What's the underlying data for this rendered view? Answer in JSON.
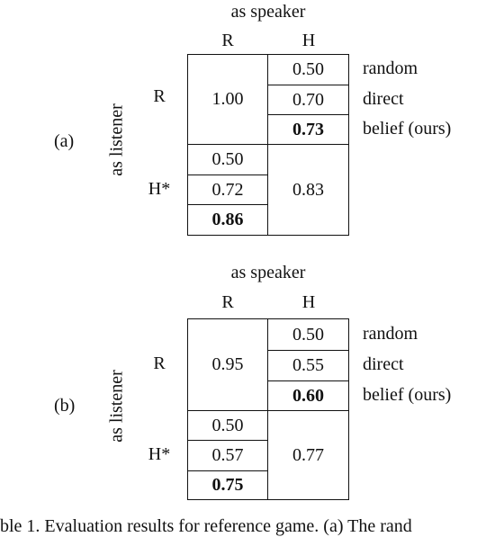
{
  "panels": [
    {
      "label": "(a)",
      "speaker_label": "as speaker",
      "listener_label": "as listener",
      "col_headers": [
        "R",
        "H"
      ],
      "row_headers": [
        "R",
        "H*"
      ],
      "rr": "1.00",
      "rh": [
        "0.50",
        "0.70",
        "0.73"
      ],
      "hr": [
        "0.50",
        "0.72",
        "0.86"
      ],
      "hh": "0.83",
      "methods": [
        "random",
        "direct",
        "belief (ours)"
      ]
    },
    {
      "label": "(b)",
      "speaker_label": "as speaker",
      "listener_label": "as listener",
      "col_headers": [
        "R",
        "H"
      ],
      "row_headers": [
        "R",
        "H*"
      ],
      "rr": "0.95",
      "rh": [
        "0.50",
        "0.55",
        "0.60"
      ],
      "hr": [
        "0.50",
        "0.57",
        "0.75"
      ],
      "hh": "0.77",
      "methods": [
        "random",
        "direct",
        "belief (ours)"
      ]
    }
  ],
  "caption": "ble 1. Evaluation results for reference game. (a) The rand"
}
